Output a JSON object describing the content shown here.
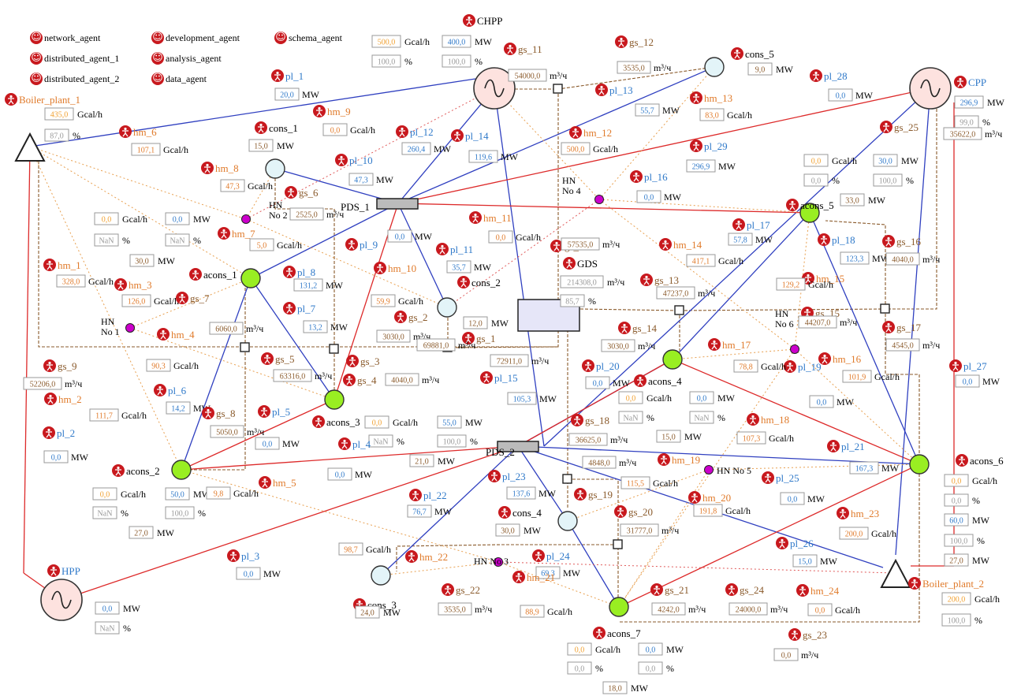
{
  "colors": {
    "heat": "#f0a030",
    "power": "#2f79c9",
    "gas": "#8a5a2b",
    "frame": "#999999",
    "agent": "#c8191e",
    "source_fill": "#fde2df",
    "consumer_fill": "#e3f4f8",
    "aggregate_fill": "#99ee22",
    "hub_fill": "#cc00cc",
    "gds_fill": "#e6e6f8",
    "red_line": "#dd2a2a",
    "blue_line": "#3040c0",
    "dotted": "#e8a050"
  },
  "legend": [
    {
      "label": "network_agent",
      "icon": "agent-icon"
    },
    {
      "label": "distributed_agent_1",
      "icon": "agent-icon"
    },
    {
      "label": "distributed_agent_2",
      "icon": "agent-icon"
    },
    {
      "label": "development_agent",
      "icon": "agent-icon"
    },
    {
      "label": "analysis_agent",
      "icon": "agent-icon"
    },
    {
      "label": "data_agent",
      "icon": "agent-icon"
    },
    {
      "label": "schema_agent",
      "icon": "agent-icon"
    }
  ],
  "sources": [
    {
      "id": "CHPP",
      "name": "CHPP",
      "shape": "generator"
    },
    {
      "id": "CPP",
      "name": "CPP",
      "shape": "generator"
    },
    {
      "id": "HPP",
      "name": "HPP",
      "shape": "generator"
    },
    {
      "id": "Boiler_plant_1",
      "name": "Boiler_plant_1",
      "shape": "triangle"
    },
    {
      "id": "Boiler_plant_2",
      "name": "Boiler_plant_2",
      "shape": "triangle"
    }
  ],
  "consumers": [
    "cons_1",
    "cons_2",
    "cons_3",
    "cons_4",
    "cons_5"
  ],
  "aggregates": [
    "acons_1",
    "acons_2",
    "acons_3",
    "acons_4",
    "acons_5",
    "acons_6",
    "acons_7"
  ],
  "hubs": [
    "HN\nNo 1",
    "HN\nNo 2",
    "HN No 3",
    "HN\nNo 4",
    "HN No 5",
    "HN\nNo 6"
  ],
  "substations": [
    "PDS_1",
    "PDS_2",
    "GDS"
  ],
  "agent_labels": {
    "power_lines": [
      {
        "name": "pl_1",
        "value": "20,0",
        "unit": "MW"
      },
      {
        "name": "pl_2",
        "value": "0,0",
        "unit": "MW"
      },
      {
        "name": "pl_3",
        "value": "0,0",
        "unit": "MW"
      },
      {
        "name": "pl_4",
        "value": "0,0",
        "unit": "MW"
      },
      {
        "name": "pl_5",
        "value": "0,0",
        "unit": "MW"
      },
      {
        "name": "pl_6",
        "value": "14,2",
        "unit": "MW"
      },
      {
        "name": "pl_7",
        "value": "13,2",
        "unit": "MW"
      },
      {
        "name": "pl_8",
        "value": "131,2",
        "unit": "MW"
      },
      {
        "name": "pl_9",
        "value": "0,0",
        "unit": "MW"
      },
      {
        "name": "pl_10",
        "value": "47,3",
        "unit": "MW"
      },
      {
        "name": "pl_11",
        "value": "35,7",
        "unit": "MW"
      },
      {
        "name": "pl_12",
        "value": "260,4",
        "unit": "MW"
      },
      {
        "name": "pl_13",
        "value": "55,7",
        "unit": "MW"
      },
      {
        "name": "pl_14",
        "value": "119,6",
        "unit": "MW"
      },
      {
        "name": "pl_15",
        "value": "105,3",
        "unit": "MW"
      },
      {
        "name": "pl_16",
        "value": "0,0",
        "unit": "MW"
      },
      {
        "name": "pl_17",
        "value": "57,8",
        "unit": "MW"
      },
      {
        "name": "pl_18",
        "value": "123,3",
        "unit": "MW"
      },
      {
        "name": "pl_19",
        "value": "0,0",
        "unit": "MW"
      },
      {
        "name": "pl_20",
        "value": "0,0",
        "unit": "MW"
      },
      {
        "name": "pl_21",
        "value": "167,3",
        "unit": "MW"
      },
      {
        "name": "pl_22",
        "value": "76,7",
        "unit": "MW"
      },
      {
        "name": "pl_23",
        "value": "137,6",
        "unit": "MW"
      },
      {
        "name": "pl_24",
        "value": "69,3",
        "unit": "MW"
      },
      {
        "name": "pl_25",
        "value": "0,0",
        "unit": "MW"
      },
      {
        "name": "pl_26",
        "value": "15,0",
        "unit": "MW"
      },
      {
        "name": "pl_27",
        "value": "0,0",
        "unit": "MW"
      },
      {
        "name": "pl_28",
        "value": "0,0",
        "unit": "MW"
      },
      {
        "name": "pl_29",
        "value": "296,9",
        "unit": "MW"
      }
    ],
    "heat_mains": [
      {
        "name": "hm_1",
        "value": "328,0",
        "unit": "Gcal/h"
      },
      {
        "name": "hm_2",
        "value": "111,7",
        "unit": "Gcal/h"
      },
      {
        "name": "hm_3",
        "value": "126,0",
        "unit": "Gcal/h"
      },
      {
        "name": "hm_4",
        "value": "90,3",
        "unit": "Gcal/h"
      },
      {
        "name": "hm_5",
        "value": "9,8",
        "unit": "Gcal/h"
      },
      {
        "name": "hm_6",
        "value": "107,1",
        "unit": "Gcal/h"
      },
      {
        "name": "hm_7",
        "value": "5,0",
        "unit": "Gcal/h"
      },
      {
        "name": "hm_8",
        "value": "47,3",
        "unit": "Gcal/h"
      },
      {
        "name": "hm_9",
        "value": "0,0",
        "unit": "Gcal/h"
      },
      {
        "name": "hm_10",
        "value": "59,9",
        "unit": "Gcal/h"
      },
      {
        "name": "hm_11",
        "value": "0,0",
        "unit": "Gcal/h"
      },
      {
        "name": "hm_12",
        "value": "500,0",
        "unit": "Gcal/h"
      },
      {
        "name": "hm_13",
        "value": "83,0",
        "unit": "Gcal/h"
      },
      {
        "name": "hm_14",
        "value": "417,1",
        "unit": "Gcal/h"
      },
      {
        "name": "hm_15",
        "value": "129,2",
        "unit": "Gcal/h"
      },
      {
        "name": "hm_16",
        "value": "101,9",
        "unit": "Gcal/h"
      },
      {
        "name": "hm_17",
        "value": "78,8",
        "unit": "Gcal/h"
      },
      {
        "name": "hm_18",
        "value": "107,3",
        "unit": "Gcal/h"
      },
      {
        "name": "hm_19",
        "value": "115,5",
        "unit": "Gcal/h"
      },
      {
        "name": "hm_20",
        "value": "191,8",
        "unit": "Gcal/h"
      },
      {
        "name": "hm_21",
        "value": "88,9",
        "unit": "Gcal/h"
      },
      {
        "name": "hm_22",
        "value": "98,7",
        "unit": "Gcal/h"
      },
      {
        "name": "hm_23",
        "value": "200,0",
        "unit": "Gcal/h"
      },
      {
        "name": "hm_24",
        "value": "0,0",
        "unit": "Gcal/h"
      }
    ],
    "gas_pipes": [
      {
        "name": "gs_1",
        "value": "72911,0",
        "unit": "m³/ч"
      },
      {
        "name": "gs_2",
        "value": "3030,0",
        "unit": "m³/ч"
      },
      {
        "name": "gs_3",
        "value": "69881,0",
        "unit": "m³/ч"
      },
      {
        "name": "gs_4",
        "value": "4040,0",
        "unit": "m³/ч"
      },
      {
        "name": "gs_5",
        "value": "63316,0",
        "unit": "m³/ч"
      },
      {
        "name": "gs_6",
        "value": "2525,0",
        "unit": "m³/ч"
      },
      {
        "name": "gs_7",
        "value": "6060,0",
        "unit": "m³/ч"
      },
      {
        "name": "gs_8",
        "value": "5050,0",
        "unit": "m³/ч"
      },
      {
        "name": "gs_9",
        "value": "52206,0",
        "unit": "m³/ч"
      },
      {
        "name": "gs_10",
        "value": "57535,0",
        "unit": "m³/ч"
      },
      {
        "name": "gs_11",
        "value": "54000,0",
        "unit": "m³/ч"
      },
      {
        "name": "gs_12",
        "value": "3535,0",
        "unit": "m³/ч"
      },
      {
        "name": "gs_13",
        "value": "47237,0",
        "unit": "m³/ч"
      },
      {
        "name": "gs_14",
        "value": "3030,0",
        "unit": "m³/ч"
      },
      {
        "name": "gs_15",
        "value": "44207,0",
        "unit": "m³/ч"
      },
      {
        "name": "gs_16",
        "value": "4040,0",
        "unit": "m³/ч"
      },
      {
        "name": "gs_17",
        "value": "4545,0",
        "unit": "m³/ч"
      },
      {
        "name": "gs_18",
        "value": "36625,0",
        "unit": "m³/ч"
      },
      {
        "name": "gs_19",
        "value": "4848,0",
        "unit": "m³/ч"
      },
      {
        "name": "gs_20",
        "value": "31777,0",
        "unit": "m³/ч"
      },
      {
        "name": "gs_21",
        "value": "4242,0",
        "unit": "m³/ч"
      },
      {
        "name": "gs_22",
        "value": "3535,0",
        "unit": "m³/ч"
      },
      {
        "name": "gs_23",
        "value": "0,0",
        "unit": "m³/ч"
      },
      {
        "name": "gs_24",
        "value": "24000,0",
        "unit": "m³/ч"
      },
      {
        "name": "gs_25",
        "value": "35622,0",
        "unit": "m³/ч"
      }
    ]
  },
  "node_readouts": {
    "CHPP": [
      {
        "v": "500,0",
        "u": "Gcal/h",
        "c": "heat"
      },
      {
        "v": "400,0",
        "u": "MW",
        "c": "power"
      },
      {
        "v": "100,0",
        "u": "%",
        "c": "frame"
      },
      {
        "v": "100,0",
        "u": "%",
        "c": "frame"
      }
    ],
    "CPP": [
      {
        "v": "296,9",
        "u": "MW",
        "c": "power"
      },
      {
        "v": "99,0",
        "u": "%",
        "c": "frame"
      }
    ],
    "HPP": [
      {
        "v": "0,0",
        "u": "MW",
        "c": "power"
      },
      {
        "v": "NaN",
        "u": "%",
        "c": "frame"
      }
    ],
    "Boiler_plant_1": [
      {
        "v": "435,0",
        "u": "Gcal/h",
        "c": "heat"
      },
      {
        "v": "87,0",
        "u": "%",
        "c": "frame"
      }
    ],
    "Boiler_plant_2": [
      {
        "v": "200,0",
        "u": "Gcal/h",
        "c": "heat"
      },
      {
        "v": "100,0",
        "u": "%",
        "c": "frame"
      }
    ],
    "cons_1": [
      {
        "v": "15,0",
        "u": "MW",
        "c": "gas"
      }
    ],
    "cons_2": [
      {
        "v": "12,0",
        "u": "MW",
        "c": "gas"
      }
    ],
    "cons_3": [
      {
        "v": "24,0",
        "u": "MW",
        "c": "gas"
      }
    ],
    "cons_4": [
      {
        "v": "30,0",
        "u": "MW",
        "c": "gas"
      }
    ],
    "cons_5": [
      {
        "v": "9,0",
        "u": "MW",
        "c": "gas"
      }
    ],
    "GDS": [
      {
        "v": "214308,0",
        "u": "m³/ч",
        "c": "frame"
      },
      {
        "v": "85,7",
        "u": "%",
        "c": "frame"
      }
    ],
    "acons_1": [
      {
        "v": "0,0",
        "u": "Gcal/h",
        "c": "heat"
      },
      {
        "v": "0,0",
        "u": "MW",
        "c": "power"
      },
      {
        "v": "NaN",
        "u": "%",
        "c": "frame"
      },
      {
        "v": "NaN",
        "u": "%",
        "c": "frame"
      },
      {
        "v": "30,0",
        "u": "MW",
        "c": "gas"
      }
    ],
    "acons_2": [
      {
        "v": "0,0",
        "u": "Gcal/h",
        "c": "heat"
      },
      {
        "v": "50,0",
        "u": "MW",
        "c": "power"
      },
      {
        "v": "NaN",
        "u": "%",
        "c": "frame"
      },
      {
        "v": "100,0",
        "u": "%",
        "c": "frame"
      },
      {
        "v": "27,0",
        "u": "MW",
        "c": "gas"
      }
    ],
    "acons_3": [
      {
        "v": "0,0",
        "u": "Gcal/h",
        "c": "heat"
      },
      {
        "v": "55,0",
        "u": "MW",
        "c": "power"
      },
      {
        "v": "NaN",
        "u": "%",
        "c": "frame"
      },
      {
        "v": "100,0",
        "u": "%",
        "c": "frame"
      },
      {
        "v": "21,0",
        "u": "MW",
        "c": "gas"
      }
    ],
    "acons_4": [
      {
        "v": "0,0",
        "u": "Gcal/h",
        "c": "heat"
      },
      {
        "v": "0,0",
        "u": "MW",
        "c": "power"
      },
      {
        "v": "NaN",
        "u": "%",
        "c": "frame"
      },
      {
        "v": "NaN",
        "u": "%",
        "c": "frame"
      },
      {
        "v": "15,0",
        "u": "MW",
        "c": "gas"
      }
    ],
    "acons_5": [
      {
        "v": "0,0",
        "u": "Gcal/h",
        "c": "heat"
      },
      {
        "v": "30,0",
        "u": "MW",
        "c": "power"
      },
      {
        "v": "0,0",
        "u": "%",
        "c": "frame"
      },
      {
        "v": "100,0",
        "u": "%",
        "c": "frame"
      },
      {
        "v": "33,0",
        "u": "MW",
        "c": "gas"
      }
    ],
    "acons_6": [
      {
        "v": "0,0",
        "u": "Gcal/h",
        "c": "heat"
      },
      {
        "v": "0,0",
        "u": "%",
        "c": "frame"
      },
      {
        "v": "60,0",
        "u": "MW",
        "c": "power"
      },
      {
        "v": "100,0",
        "u": "%",
        "c": "frame"
      },
      {
        "v": "27,0",
        "u": "MW",
        "c": "gas"
      }
    ],
    "acons_7": [
      {
        "v": "0,0",
        "u": "Gcal/h",
        "c": "heat"
      },
      {
        "v": "0,0",
        "u": "MW",
        "c": "power"
      },
      {
        "v": "0,0",
        "u": "%",
        "c": "frame"
      },
      {
        "v": "0,0",
        "u": "%",
        "c": "frame"
      },
      {
        "v": "18,0",
        "u": "MW",
        "c": "gas"
      }
    ]
  }
}
